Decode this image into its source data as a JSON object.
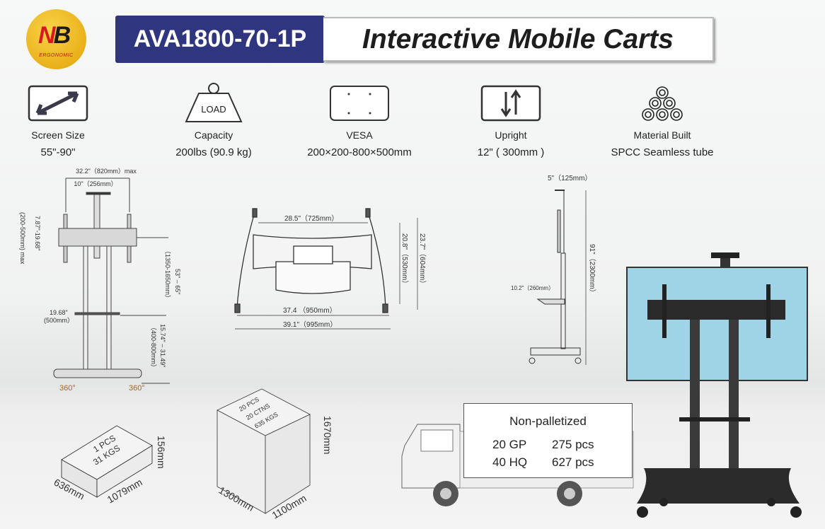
{
  "logo": {
    "brand": "NB",
    "subtitle": "ERGONOMIC"
  },
  "header": {
    "model": "AVA1800-70-1P",
    "title": "Interactive Mobile Carts"
  },
  "specs": [
    {
      "icon": "diagonal-arrow-icon",
      "label": "Screen Size",
      "value": "55\"-90\""
    },
    {
      "icon": "load-weight-icon",
      "icon_text": "LOAD",
      "label": "Capacity",
      "value": "200lbs (90.9 kg)"
    },
    {
      "icon": "vesa-pattern-icon",
      "label": "VESA",
      "value": "200×200-800×500mm"
    },
    {
      "icon": "up-down-arrows-icon",
      "label": "Upright",
      "value": "12\" ( 300mm )"
    },
    {
      "icon": "material-spiral-icon",
      "label": "Material Built",
      "value": "SPCC Seamless tube"
    }
  ],
  "front_view": {
    "width_max": "32.2\"（820mm）max",
    "column_gap": "10\"（256mm）",
    "bracket_height": "7.87\"-19.68\"",
    "bracket_height_mm": "(200-500mm) max",
    "center_height": "53\" – 65\"",
    "center_height_mm": "（1350-1650mm）",
    "shelf_width": "19.68\"",
    "shelf_width_mm": "(500mm）",
    "shelf_height": "15.74\" – 31.49\"",
    "shelf_height_mm": "（400-800mm）",
    "wheel_left": "360°",
    "wheel_right": "360°"
  },
  "top_view": {
    "inner_width": "28.5\"（725mm）",
    "depth_inner": "20.8\"（530mm）",
    "depth_outer": "23.7\"（604mm）",
    "base_inner": "37.4 （950mm）",
    "base_outer": "39.1\"（995mm）"
  },
  "side_view": {
    "top_depth": "5\"（125mm）",
    "total_height": "91\"（2300mm）",
    "shelf_depth": "10.2\"（260mm）"
  },
  "carton": {
    "line1": "1 PCS",
    "line2": "31 KGS",
    "height": "156mm",
    "width": "636mm",
    "length": "1079mm"
  },
  "pallet": {
    "line1": "20 PCS",
    "line2": "20 CTNS",
    "line3": "635 KGS",
    "height": "1670mm",
    "length": "1300mm",
    "width": "1100mm"
  },
  "shipping": {
    "title": "Non-palletized",
    "rows": [
      {
        "container": "20 GP",
        "qty": "275 pcs"
      },
      {
        "container": "40 HQ",
        "qty": "627 pcs"
      }
    ]
  }
}
